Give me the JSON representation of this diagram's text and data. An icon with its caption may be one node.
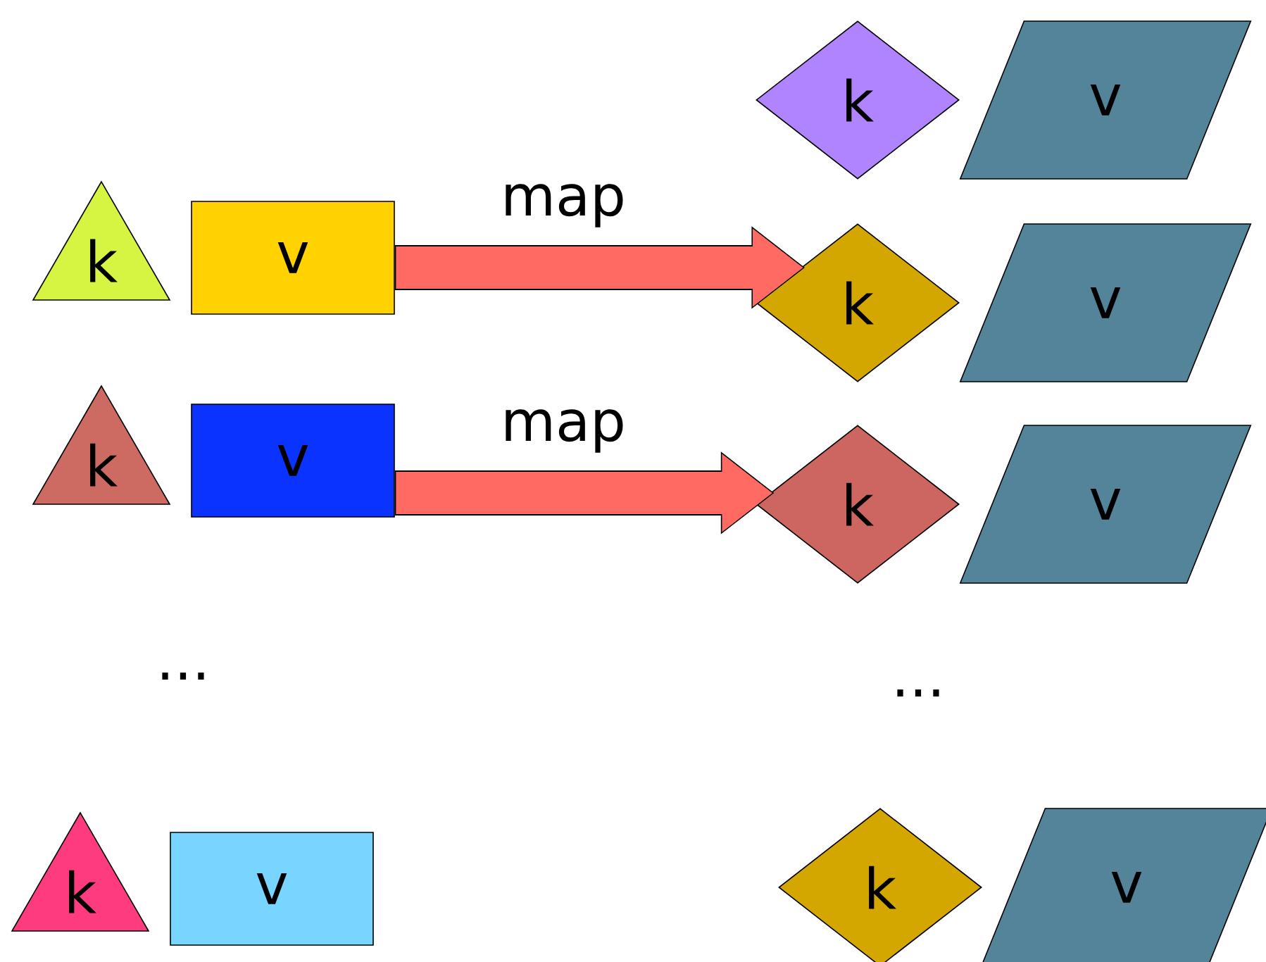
{
  "diagram": {
    "nodes": [
      {
        "text": [
          "k"
        ]
      },
      {
        "text": [
          "v"
        ]
      },
      {
        "text": [
          "k"
        ]
      },
      {
        "text": [
          "v"
        ]
      },
      {
        "text": [
          "k"
        ]
      },
      {
        "text": [
          "v"
        ]
      },
      {
        "text": [
          "k"
        ]
      },
      {
        "text": [
          "v"
        ]
      },
      {
        "text": [
          "k"
        ]
      },
      {
        "text": [
          "v"
        ]
      },
      {
        "text": [
          "k"
        ]
      },
      {
        "text": [
          "v"
        ]
      },
      {
        "text": [
          "k"
        ]
      },
      {
        "text": [
          "v"
        ]
      }
    ],
    "edges": [
      {
        "from": 3,
        "to": 4,
        "arrow": "to",
        "label": "map"
      },
      {
        "from": 7,
        "to": 8,
        "arrow": "to",
        "label": "map"
      }
    ],
    "labels": [
      "...",
      "..."
    ]
  }
}
